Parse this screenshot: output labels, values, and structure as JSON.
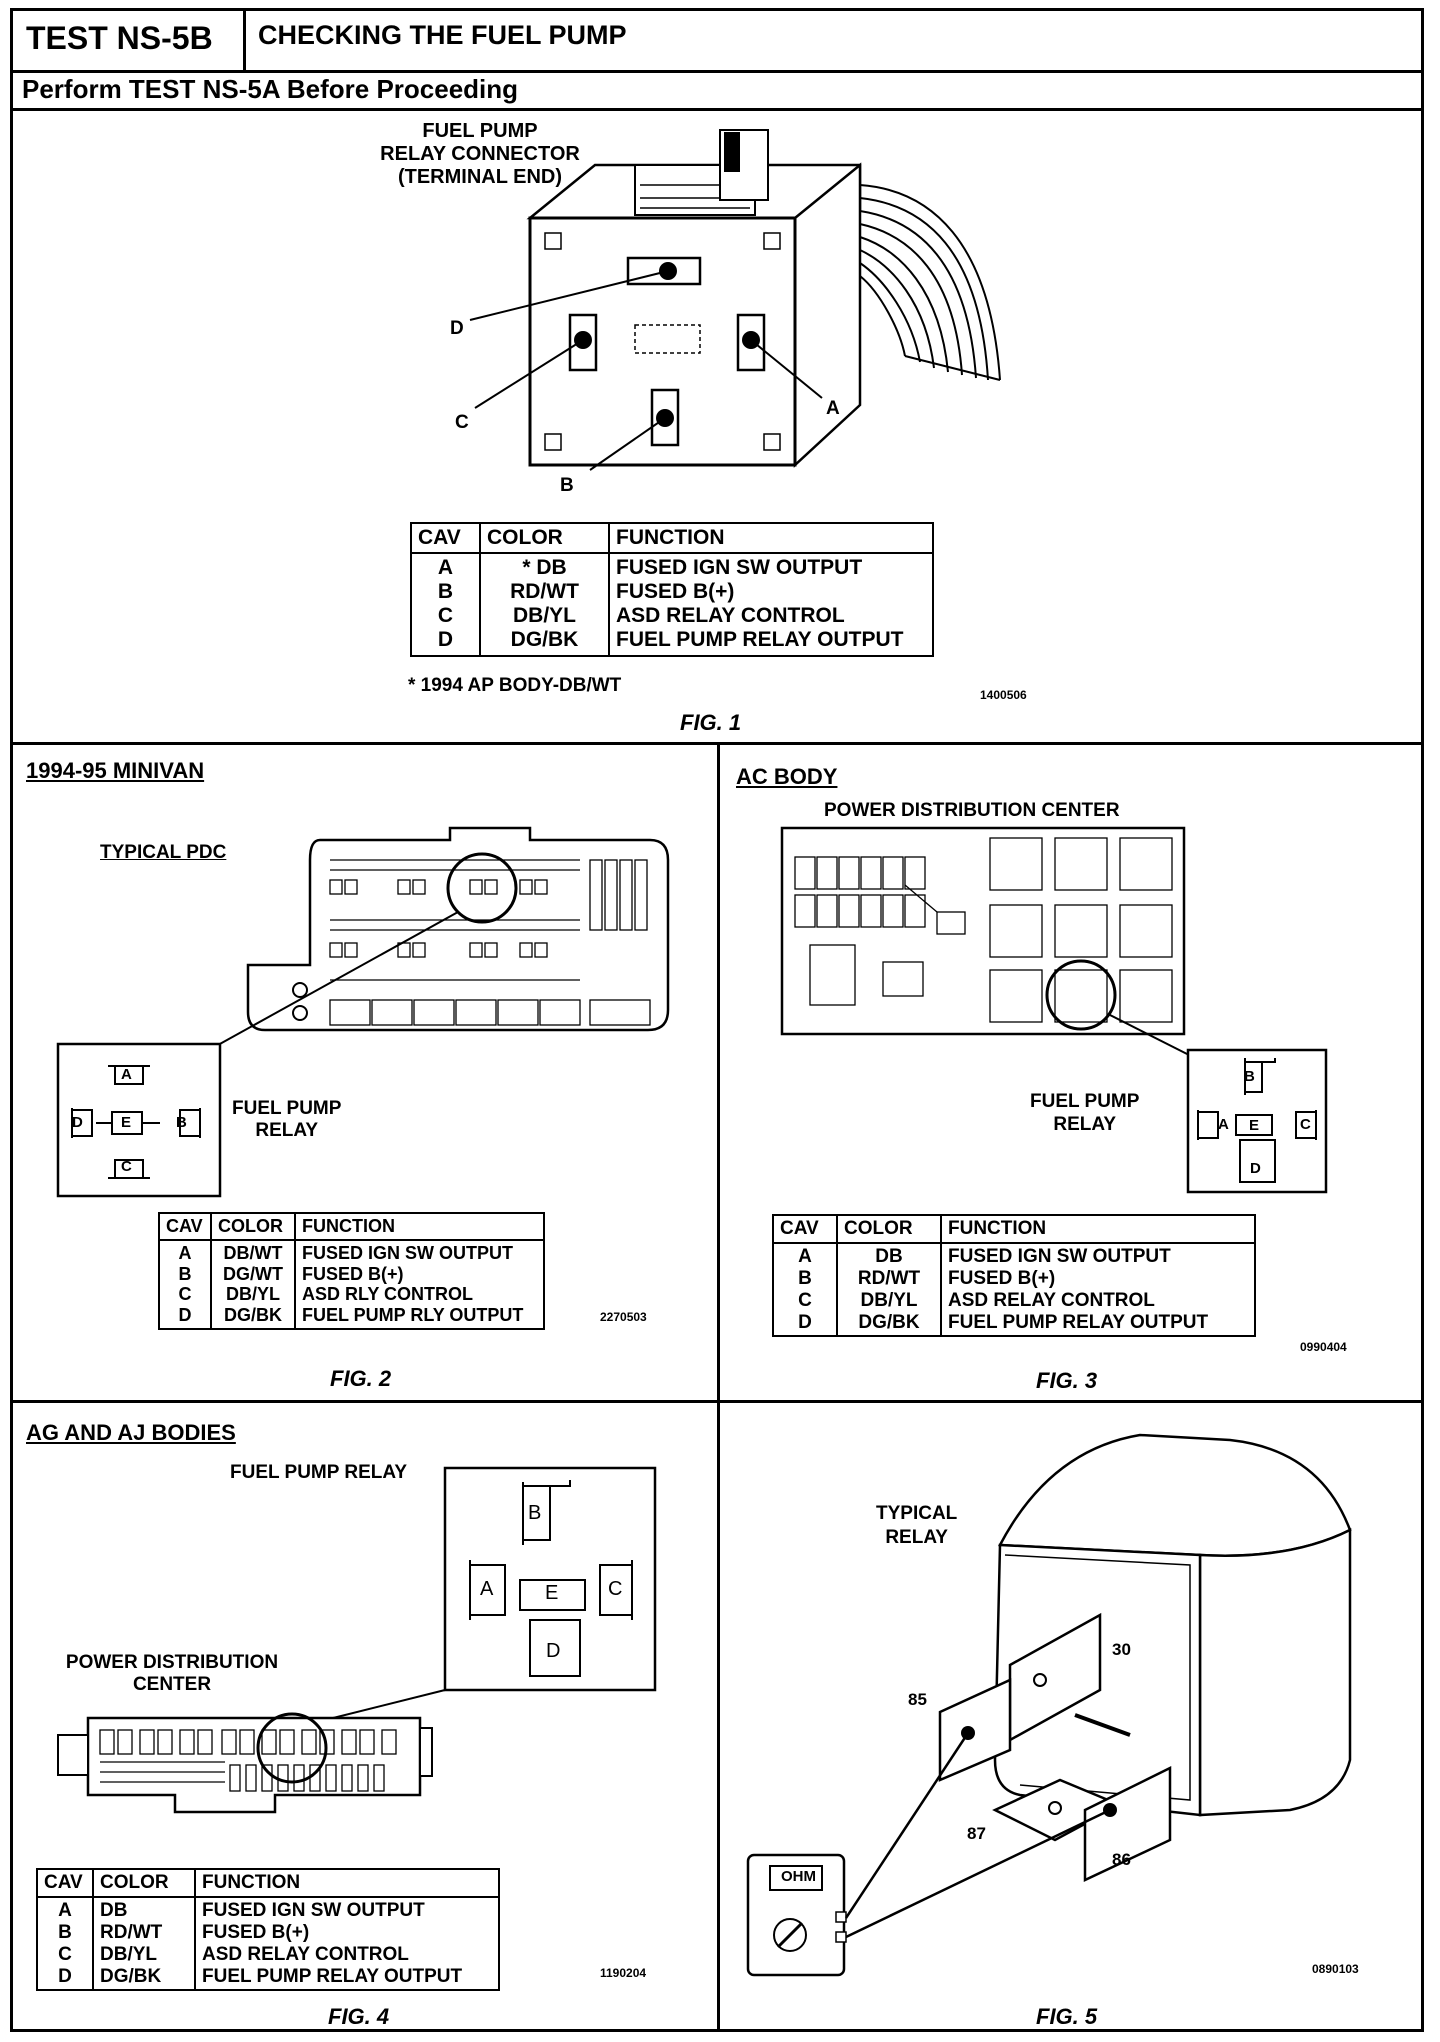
{
  "header": {
    "test_id": "TEST NS-5B",
    "title": "CHECKING THE FUEL PUMP",
    "subtitle": "Perform TEST NS-5A Before Proceeding"
  },
  "fig1": {
    "connector_label": [
      "FUEL PUMP",
      "RELAY CONNECTOR",
      "(TERMINAL END)"
    ],
    "pins": {
      "a": "A",
      "b": "B",
      "c": "C",
      "d": "D"
    },
    "table": {
      "headers": [
        "CAV",
        "COLOR",
        "FUNCTION"
      ],
      "rows": [
        [
          "A",
          "* DB",
          "FUSED IGN SW OUTPUT"
        ],
        [
          "B",
          "RD/WT",
          "FUSED B(+)"
        ],
        [
          "C",
          "DB/YL",
          "ASD RELAY CONTROL"
        ],
        [
          "D",
          "DG/BK",
          "FUEL PUMP RELAY OUTPUT"
        ]
      ]
    },
    "footnote": "* 1994 AP BODY-DB/WT",
    "code": "1400506",
    "caption": "FIG. 1"
  },
  "fig2": {
    "heading": "1994-95 MINIVAN",
    "pdc_label": "TYPICAL PDC",
    "relay_label": [
      "FUEL PUMP",
      "RELAY"
    ],
    "pins": {
      "a": "A",
      "b": "B",
      "c": "C",
      "d": "D",
      "e": "E"
    },
    "table": {
      "headers": [
        "CAV",
        "COLOR",
        "FUNCTION"
      ],
      "rows": [
        [
          "A",
          "DB/WT",
          "FUSED IGN SW OUTPUT"
        ],
        [
          "B",
          "DG/WT",
          "FUSED B(+)"
        ],
        [
          "C",
          "DB/YL",
          "ASD RLY CONTROL"
        ],
        [
          "D",
          "DG/BK",
          "FUEL PUMP RLY OUTPUT"
        ]
      ]
    },
    "code": "2270503",
    "caption": "FIG. 2"
  },
  "fig3": {
    "heading": "AC BODY",
    "pdc_label": "POWER DISTRIBUTION CENTER",
    "relay_label": [
      "FUEL PUMP",
      "RELAY"
    ],
    "pins": {
      "a": "A",
      "b": "B",
      "c": "C",
      "d": "D",
      "e": "E"
    },
    "table": {
      "headers": [
        "CAV",
        "COLOR",
        "FUNCTION"
      ],
      "rows": [
        [
          "A",
          "DB",
          "FUSED IGN SW OUTPUT"
        ],
        [
          "B",
          "RD/WT",
          "FUSED B(+)"
        ],
        [
          "C",
          "DB/YL",
          "ASD RELAY CONTROL"
        ],
        [
          "D",
          "DG/BK",
          "FUEL PUMP RELAY OUTPUT"
        ]
      ]
    },
    "code": "0990404",
    "caption": "FIG. 3"
  },
  "fig4": {
    "heading": "AG AND AJ BODIES",
    "relay_label": "FUEL PUMP RELAY",
    "pdc_label": [
      "POWER DISTRIBUTION",
      "CENTER"
    ],
    "pins": {
      "a": "A",
      "b": "B",
      "c": "C",
      "d": "D",
      "e": "E"
    },
    "table": {
      "headers": [
        "CAV",
        "COLOR",
        "FUNCTION"
      ],
      "rows": [
        [
          "A",
          "DB",
          "FUSED IGN SW OUTPUT"
        ],
        [
          "B",
          "RD/WT",
          "FUSED B(+)"
        ],
        [
          "C",
          "DB/YL",
          "ASD RELAY CONTROL"
        ],
        [
          "D",
          "DG/BK",
          "FUEL PUMP RELAY OUTPUT"
        ]
      ]
    },
    "code": "1190204",
    "caption": "FIG. 4"
  },
  "fig5": {
    "relay_label": [
      "TYPICAL",
      "RELAY"
    ],
    "terminals": {
      "t30": "30",
      "t85": "85",
      "t87": "87",
      "t86": "86"
    },
    "meter_display": "OHM",
    "code": "0890103",
    "caption": "FIG. 5"
  }
}
